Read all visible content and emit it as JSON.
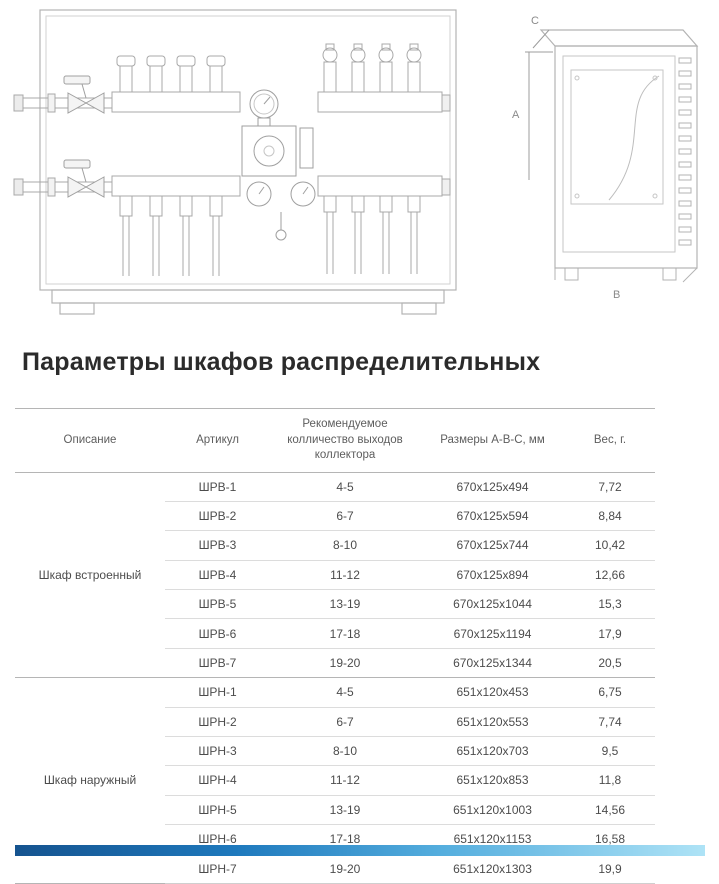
{
  "title": "Параметры шкафов распределительных",
  "diagram": {
    "label_a": "А",
    "label_b": "В",
    "label_c": "С"
  },
  "accent": {
    "bar_gradient_start": "#15538f",
    "bar_gradient_end": "#aee3f6"
  },
  "table": {
    "headers": {
      "description": "Описание",
      "article": "Артикул",
      "outputs": "Рекомендуемое колличество выходов коллектора",
      "size": "Размеры А-В-С, мм",
      "weight": "Вес, г."
    },
    "groups": [
      {
        "name": "Шкаф встроенный",
        "rows": [
          {
            "article": "ШРВ-1",
            "outputs": "4-5",
            "size": "670х125х494",
            "weight": "7,72"
          },
          {
            "article": "ШРВ-2",
            "outputs": "6-7",
            "size": "670х125х594",
            "weight": "8,84"
          },
          {
            "article": "ШРВ-3",
            "outputs": "8-10",
            "size": "670х125х744",
            "weight": "10,42"
          },
          {
            "article": "ШРВ-4",
            "outputs": "11-12",
            "size": "670х125х894",
            "weight": "12,66"
          },
          {
            "article": "ШРВ-5",
            "outputs": "13-19",
            "size": "670х125х1044",
            "weight": "15,3"
          },
          {
            "article": "ШРВ-6",
            "outputs": "17-18",
            "size": "670х125х1194",
            "weight": "17,9"
          },
          {
            "article": "ШРВ-7",
            "outputs": "19-20",
            "size": "670х125х1344",
            "weight": "20,5"
          }
        ]
      },
      {
        "name": "Шкаф наружный",
        "rows": [
          {
            "article": "ШРН-1",
            "outputs": "4-5",
            "size": "651х120х453",
            "weight": "6,75"
          },
          {
            "article": "ШРН-2",
            "outputs": "6-7",
            "size": "651х120х553",
            "weight": "7,74"
          },
          {
            "article": "ШРН-3",
            "outputs": "8-10",
            "size": "651х120х703",
            "weight": "9,5"
          },
          {
            "article": "ШРН-4",
            "outputs": "11-12",
            "size": "651х120х853",
            "weight": "11,8"
          },
          {
            "article": "ШРН-5",
            "outputs": "13-19",
            "size": "651х120х1003",
            "weight": "14,56"
          },
          {
            "article": "ШРН-6",
            "outputs": "17-18",
            "size": "651х120х1153",
            "weight": "16,58"
          },
          {
            "article": "ШРН-7",
            "outputs": "19-20",
            "size": "651х120х1303",
            "weight": "19,9"
          }
        ]
      }
    ]
  }
}
